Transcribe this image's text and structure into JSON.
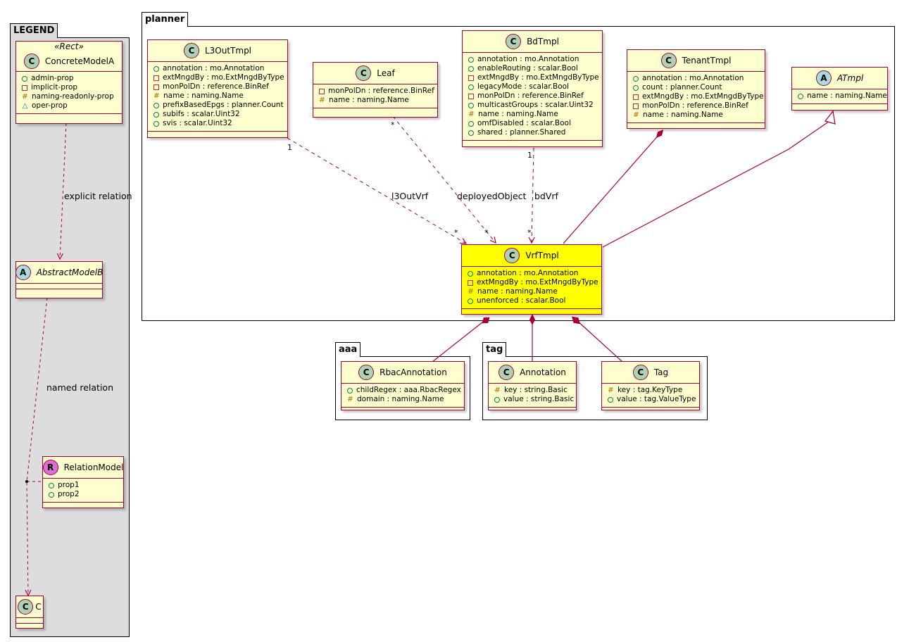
{
  "packages": {
    "legend": "LEGEND",
    "planner": "planner",
    "aaa": "aaa",
    "tag": "tag"
  },
  "legend": {
    "stereotype": "«Rect»",
    "concrete_model": {
      "name": "ConcreteModelA",
      "attrs": [
        "admin-prop",
        "implicit-prop",
        "naming-readonly-prop",
        "oper-prop"
      ]
    },
    "abstract_model": {
      "name": "AbstractModelB"
    },
    "relation_model": {
      "name": "RelationModel",
      "attrs": [
        "prop1",
        "prop2"
      ]
    },
    "c_model": {
      "name": "C"
    },
    "explicit_relation": "explicit relation",
    "named_relation": "named relation"
  },
  "classes": {
    "l3out": {
      "name": "L3OutTmpl",
      "attrs": [
        "annotation : mo.Annotation",
        "extMngdBy : mo.ExtMngdByType",
        "monPolDn : reference.BinRef",
        "name : naming.Name",
        "prefixBasedEpgs : planner.Count",
        "subifs : scalar.Uint32",
        "svis : scalar.Uint32"
      ]
    },
    "leaf": {
      "name": "Leaf",
      "attrs": [
        "monPolDn : reference.BinRef",
        "name : naming.Name"
      ]
    },
    "bd": {
      "name": "BdTmpl",
      "attrs": [
        "annotation : mo.Annotation",
        "enableRouting : scalar.Bool",
        "extMngdBy : mo.ExtMngdByType",
        "legacyMode : scalar.Bool",
        "monPolDn : reference.BinRef",
        "multicastGroups : scalar.Uint32",
        "name : naming.Name",
        "omfDisabled : scalar.Bool",
        "shared : planner.Shared"
      ]
    },
    "tenant": {
      "name": "TenantTmpl",
      "attrs": [
        "annotation : mo.Annotation",
        "count : planner.Count",
        "extMngdBy : mo.ExtMngdByType",
        "monPolDn : reference.BinRef",
        "name : naming.Name"
      ]
    },
    "atmpl": {
      "name": "ATmpl",
      "attrs": [
        "name : naming.Name"
      ]
    },
    "vrf": {
      "name": "VrfTmpl",
      "attrs": [
        "annotation : mo.Annotation",
        "extMngdBy : mo.ExtMngdByType",
        "name : naming.Name",
        "unenforced : scalar.Bool"
      ]
    },
    "rbac": {
      "name": "RbacAnnotation",
      "attrs": [
        "childRegex : aaa.RbacRegex",
        "domain : naming.Name"
      ]
    },
    "annotation": {
      "name": "Annotation",
      "attrs": [
        "key : string.Basic",
        "value : string.Basic"
      ]
    },
    "tag": {
      "name": "Tag",
      "attrs": [
        "key : tag.KeyType",
        "value : tag.ValueType"
      ]
    }
  },
  "edges": {
    "l3outvrf": "l3OutVrf",
    "deployed": "deployedObject",
    "bdvrf": "bdVrf",
    "mult_l3_src": "1",
    "mult_l3_dst": "*",
    "mult_leaf_src": "*",
    "mult_leaf_dst": "*",
    "mult_bd_src": "1",
    "mult_bd_dst": "*"
  },
  "colors": {
    "class_fill": "#FEFECE",
    "class_border": "#A80036",
    "highlight": "#FFFF00",
    "legend_fill": "#DDDDDD"
  }
}
